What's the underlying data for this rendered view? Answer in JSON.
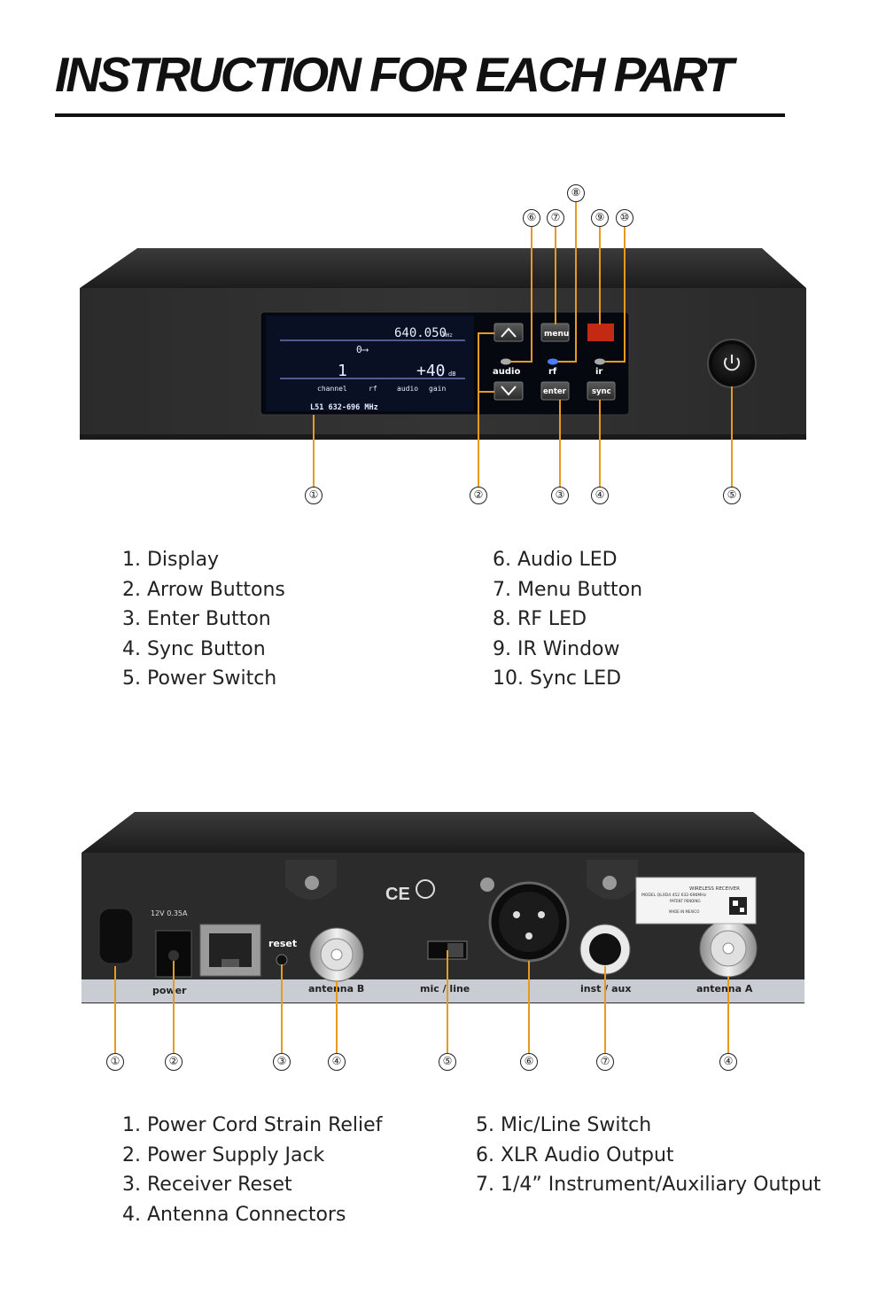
{
  "title": "INSTRUCTION FOR EACH PART",
  "front": {
    "display": {
      "frequency": "640.050",
      "freq_unit": "MHz",
      "channel_value": "1",
      "gain_value": "+40",
      "gain_unit": "dB",
      "labels": [
        "channel",
        "rf",
        "audio",
        "gain"
      ],
      "model": "L51 632-696 MHz"
    },
    "buttons": {
      "menu": "menu",
      "enter": "enter",
      "sync": "sync"
    },
    "led_labels": {
      "audio": "audio",
      "rf": "rf",
      "ir": "ir"
    },
    "callouts_top": [
      "⑥",
      "⑦",
      "⑧",
      "⑨",
      "⑩"
    ],
    "callouts_bottom": [
      "①",
      "②",
      "③",
      "④",
      "⑤"
    ],
    "legend_left": [
      "1. Display",
      "2. Arrow Buttons",
      "3. Enter Button",
      "4. Sync Button",
      "5. Power Switch"
    ],
    "legend_right": [
      "6. Audio LED",
      "7. Menu Button",
      "8. RF LED",
      "9. IR Window",
      "10. Sync LED"
    ]
  },
  "rear": {
    "labels": {
      "power": "power",
      "voltage": "12V 0.35A",
      "reset": "reset",
      "antenna_b": "antenna B",
      "mic_line": "mic / line",
      "inst_aux": "inst / aux",
      "antenna_a": "antenna A"
    },
    "label_plate": {
      "line1": "WIRELESS RECEIVER",
      "line2": "MODEL QLXD4 452    632-696MHz",
      "line3": "PATENT PENDING",
      "line4": "MADE IN MEXICO"
    },
    "callouts": [
      "①",
      "②",
      "③",
      "④",
      "⑤",
      "⑥",
      "⑦",
      "④"
    ],
    "legend_left": [
      "1. Power Cord Strain Relief",
      "2. Power Supply Jack",
      "3. Receiver Reset",
      "4. Antenna Connectors"
    ],
    "legend_right": [
      "5. Mic/Line Switch",
      "6. XLR Audio Output",
      "7. 1/4” Instrument/Auxiliary Output"
    ]
  },
  "colors": {
    "leader": "#e69a1f",
    "chassis": "#2a2a2a",
    "lcd_bg": "#0a0f1e",
    "led_rf": "#4c7dff",
    "ir_window": "#c22a14"
  }
}
